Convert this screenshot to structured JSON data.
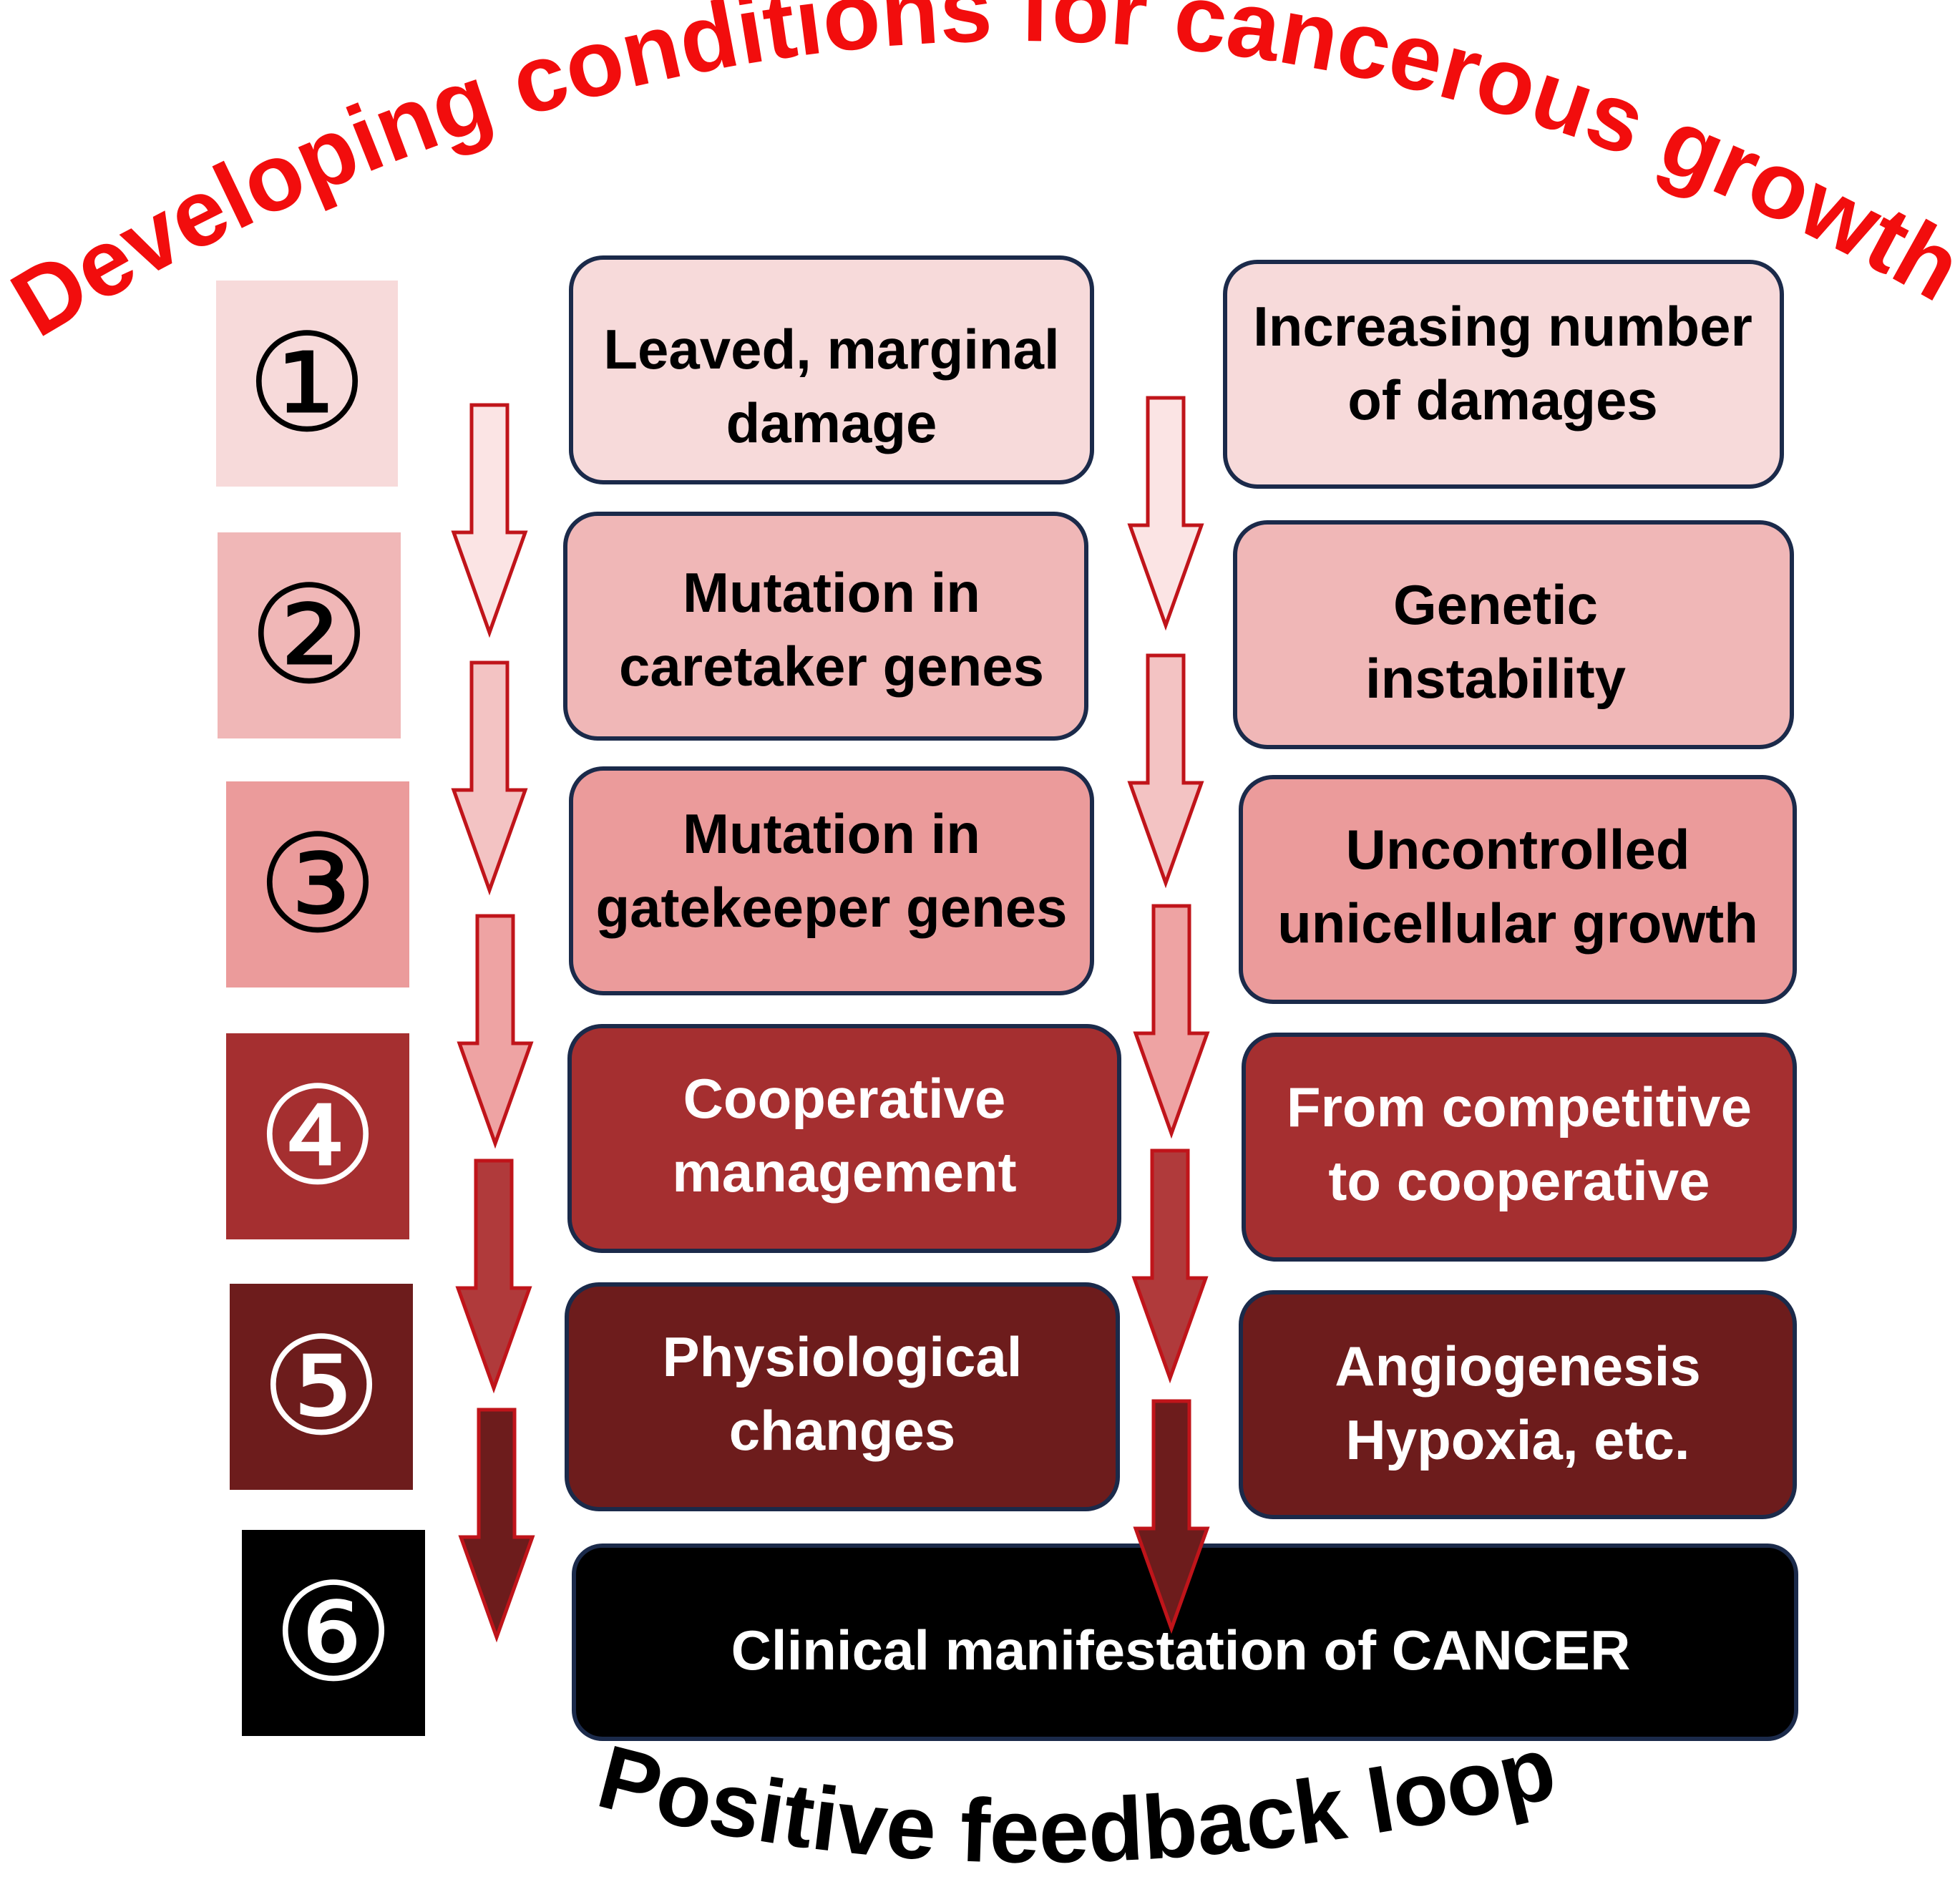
{
  "title": "Developing conditions for cancerous growth",
  "footer": "Positive feedback loop",
  "colors": {
    "title": "#f20d0d",
    "stroke": "#1b2a4a",
    "arrow_stroke": "#c0141a",
    "stage_1": "#f7dada",
    "stage_2": "#f0b7b7",
    "stage_3": "#eb9b9b",
    "stage_4": "#a52f30",
    "stage_5": "#6d1c1c",
    "stage_6": "#000000"
  },
  "stages": [
    {
      "number": "①",
      "left": [
        "Leaved, marginal",
        "damage"
      ],
      "right": [
        "Increasing number",
        "of damages"
      ]
    },
    {
      "number": "②",
      "left": [
        "Mutation in",
        "caretaker genes"
      ],
      "right": [
        "Genetic",
        "instability"
      ]
    },
    {
      "number": "③",
      "left": [
        "Mutation in",
        "gatekeeper genes"
      ],
      "right": [
        "Uncontrolled",
        "unicellular growth"
      ]
    },
    {
      "number": "④",
      "left": [
        "Cooperative",
        "management"
      ],
      "right": [
        "From competitive",
        "to cooperative"
      ]
    },
    {
      "number": "⑤",
      "left": [
        "Physiological",
        "changes"
      ],
      "right": [
        "Angiogenesis",
        "Hypoxia, etc."
      ]
    },
    {
      "number": "⑥",
      "final": "Clinical manifestation of CANCER"
    }
  ]
}
